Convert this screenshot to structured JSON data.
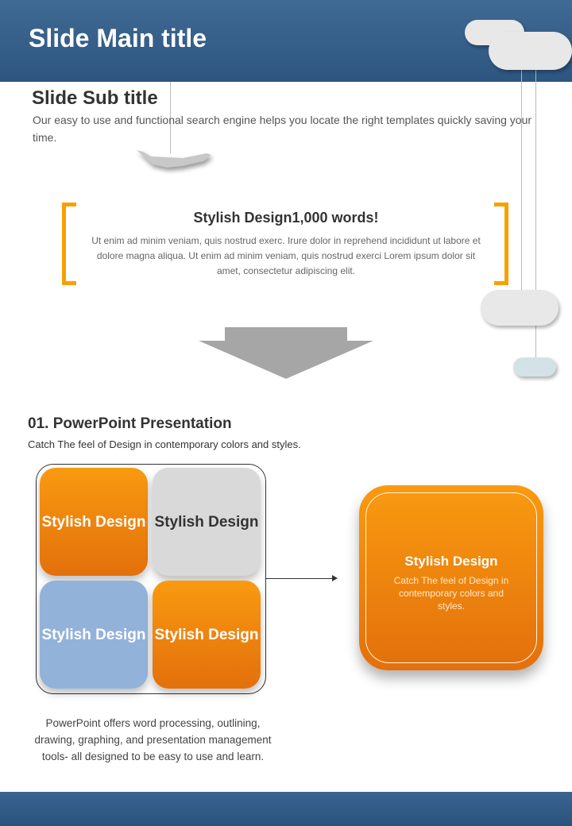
{
  "header": {
    "title": "Slide Main title"
  },
  "intro": {
    "subtitle": "Slide Sub title",
    "text": "Our easy to use and functional search engine helps you locate the right templates quickly saving your time."
  },
  "quote": {
    "title": "Stylish Design1,000 words!",
    "body": "Ut enim ad minim veniam, quis nostrud exerc. Irure dolor in reprehend incididunt ut labore et dolore magna aliqua. Ut enim ad minim veniam, quis nostrud exerci  Lorem ipsum dolor sit amet, consectetur adipiscing elit."
  },
  "section": {
    "title": "01. PowerPoint Presentation",
    "subtitle": "Catch The feel of Design in contemporary colors and styles."
  },
  "tiles": [
    {
      "label": "Stylish Design"
    },
    {
      "label": "Stylish Design"
    },
    {
      "label": "Stylish Design"
    },
    {
      "label": "Stylish Design"
    }
  ],
  "feature": {
    "title": "Stylish Design",
    "text": "Catch The feel of Design in contemporary colors and styles."
  },
  "caption": "PowerPoint offers word processing, outlining, drawing, graphing, and presentation management tools- all designed to be easy to use and learn.",
  "colors": {
    "accent": "#f7a000",
    "header": "#2d5580",
    "tile_blue": "#93b2d9",
    "tile_gray": "#d9d9d9"
  }
}
